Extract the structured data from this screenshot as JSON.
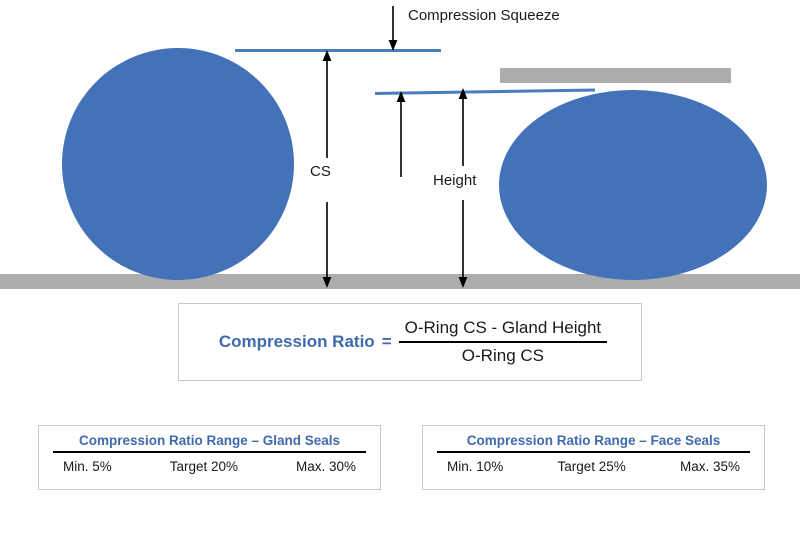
{
  "diagram": {
    "labels": {
      "compression_squeeze": "Compression Squeeze",
      "cs": "CS",
      "height": "Height"
    },
    "colors": {
      "oring_blue": "#4472b8",
      "plate_gray": "#adadad",
      "gland_line_blue": "#4a7ebb",
      "accent_text_blue": "#3f6aad"
    }
  },
  "formula": {
    "lhs": "Compression Ratio",
    "equals": "=",
    "numerator": "O-Ring CS - Gland Height",
    "denominator": "O-Ring CS"
  },
  "ranges": [
    {
      "title": "Compression Ratio Range  –  Gland Seals",
      "min": "Min. 5%",
      "target": "Target 20%",
      "max": "Max. 30%"
    },
    {
      "title": "Compression Ratio Range  –  Face Seals",
      "min": "Min. 10%",
      "target": "Target 25%",
      "max": "Max. 35%"
    }
  ]
}
